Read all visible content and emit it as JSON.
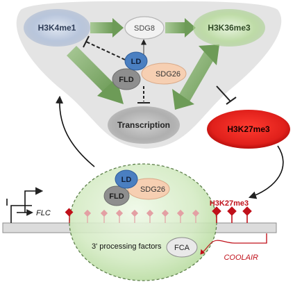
{
  "nodes": {
    "h3k4me1": "H3K4me1",
    "sdg8": "SDG8",
    "h3k36me3": "H3K36me3",
    "ld": "LD",
    "fld": "FLD",
    "sdg26": "SDG26",
    "transcription": "Transcription",
    "h3k27me3": "H3K27me3"
  },
  "locus": {
    "gene": "FLC",
    "h3k27me3_label": "H3K27me3",
    "ld": "LD",
    "fld": "FLD",
    "sdg26": "SDG26",
    "processing_label": "3' processing factors",
    "fca": "FCA",
    "antisense": "COOLAIR"
  },
  "colors": {
    "triangle_bg": "#e4e4e4",
    "h3k4me1": "#b9c6dc",
    "h3k36me3": "#bfdca8",
    "transcription": "#b3b3b3",
    "h3k27me3": "#e0201b",
    "ld": "#4a7fc1",
    "fld": "#8e8e8e",
    "sdg26": "#f6cfb2",
    "nucleosome": "#d3eac2",
    "arrow_green": "#8fb479",
    "mark_red": "#c0101a",
    "mark_faded": "#e3a0a4",
    "dna_bar": "#dcdcdc"
  }
}
